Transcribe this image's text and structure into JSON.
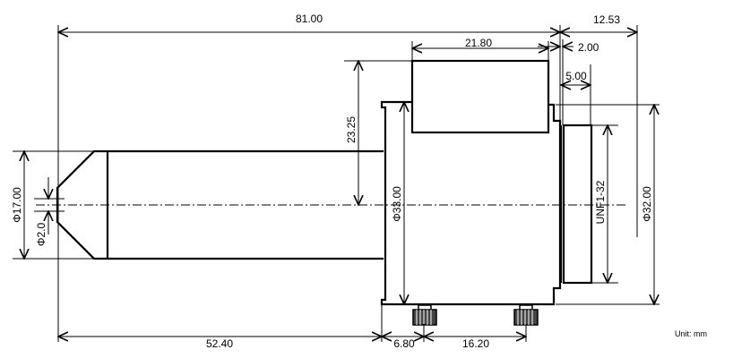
{
  "drawing": {
    "dimensions": {
      "overall_length": "81.00",
      "rear_length": "12.53",
      "top_block_width": "21.80",
      "gap": "2.00",
      "thread_length": "5.00",
      "offset_height": "23.25",
      "body_diameter": "Φ33.00",
      "thread_spec": "UNF1-32",
      "flange_diameter": "Φ32.00",
      "front_diameter": "Φ17.00",
      "tip_diameter": "Φ2.0",
      "barrel_length": "52.40",
      "flange_to_knob": "6.80",
      "knob_spacing": "16.20"
    },
    "unit_label": "Unit: mm"
  }
}
